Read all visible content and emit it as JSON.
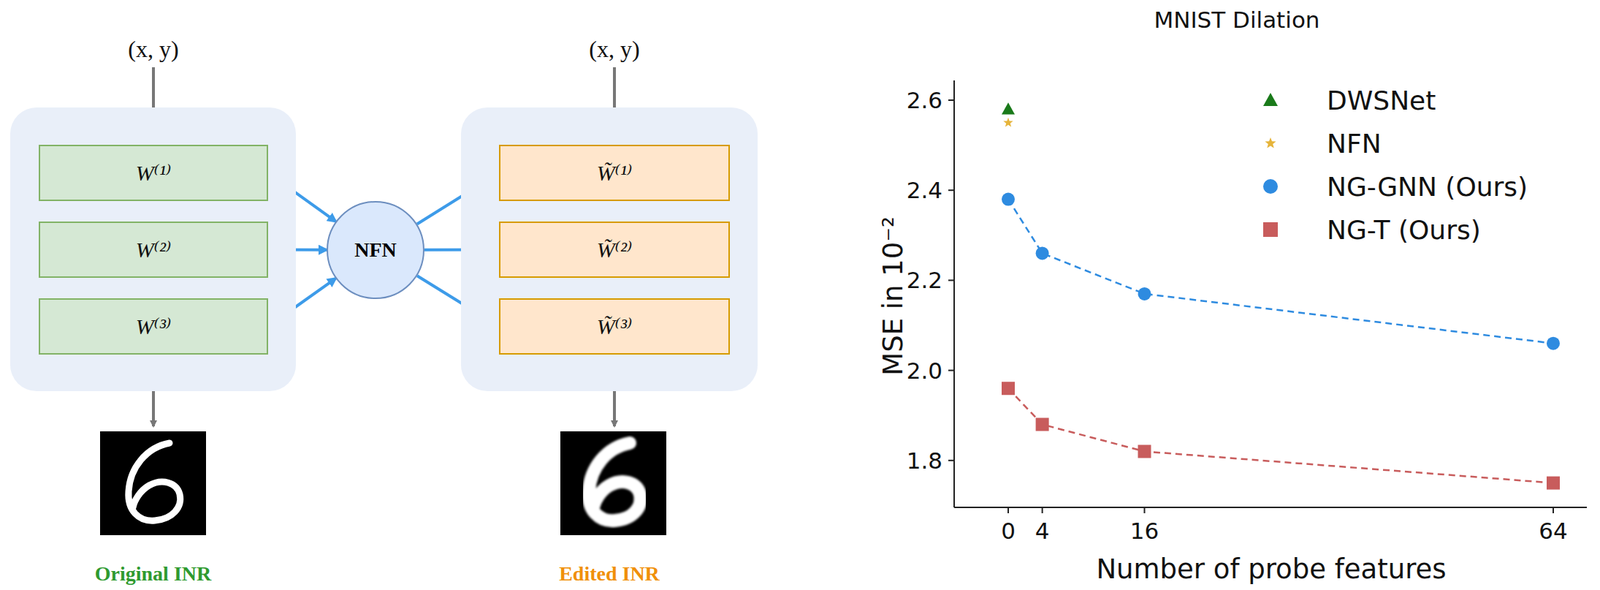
{
  "diagram": {
    "title": "MNIST Dilation",
    "nodes": [
      {
        "text": [
          "Original INR"
        ]
      },
      {
        "text": [
          "W⁽¹⁾"
        ],
        "in": 0
      },
      {
        "text": [
          "W⁽²⁾"
        ],
        "in": 0
      },
      {
        "text": [
          "W⁽³⁾"
        ],
        "in": 0
      },
      {
        "text": [
          "NFN"
        ]
      },
      {
        "text": [
          "Edited INR"
        ]
      },
      {
        "text": [
          "W̃⁽¹⁾"
        ],
        "in": 5
      },
      {
        "text": [
          "W̃⁽²⁾"
        ],
        "in": 5
      },
      {
        "text": [
          "W̃⁽³⁾"
        ],
        "in": 5
      }
    ],
    "edges": [
      {
        "from": 1,
        "to": 4,
        "arrow": "to"
      },
      {
        "from": 2,
        "to": 4,
        "arrow": "to"
      },
      {
        "from": 3,
        "to": 4,
        "arrow": "to"
      },
      {
        "from": 4,
        "to": 6,
        "arrow": "to"
      },
      {
        "from": 4,
        "to": 7,
        "arrow": "to"
      },
      {
        "from": 4,
        "to": 8,
        "arrow": "to"
      }
    ],
    "labels": [
      "(x, y)",
      "(x, y)",
      "2.6",
      "2.4",
      "2.2",
      "2.0",
      "1.8",
      "0",
      "4",
      "16",
      "64",
      "MSE in 10⁻²",
      "Number of probe features"
    ],
    "legend": [
      {
        "text": "DWSNet"
      },
      {
        "text": "NFN"
      },
      {
        "text": "NG-GNN (Ours)"
      },
      {
        "text": "NG-T (Ours)"
      }
    ]
  }
}
